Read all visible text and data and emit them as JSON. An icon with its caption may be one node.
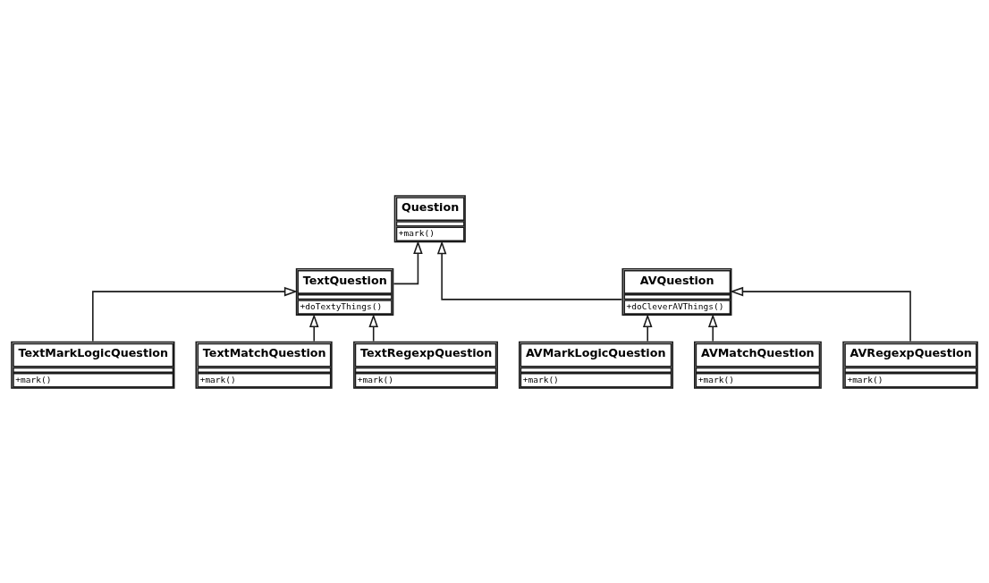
{
  "diagram": {
    "nodes": [
      {
        "text": [
          "Question",
          "+mark()"
        ]
      },
      {
        "text": [
          "TextQuestion",
          "+doTextyThings()"
        ]
      },
      {
        "text": [
          "AVQuestion",
          "+doCleverAVThings()"
        ]
      },
      {
        "text": [
          "TextMarkLogicQuestion",
          "+mark()"
        ]
      },
      {
        "text": [
          "AVMarkLogicQuestion",
          "+mark()"
        ]
      },
      {
        "text": [
          "TextMatchQuestion",
          "+mark()"
        ]
      },
      {
        "text": [
          "AVMatchQuestion",
          "+mark()"
        ]
      },
      {
        "text": [
          "TextRegexpQuestion",
          "+mark()"
        ]
      },
      {
        "text": [
          "AVRegexpQuestion",
          "+mark()"
        ]
      }
    ],
    "edges": [
      {
        "from": 1,
        "to": 0,
        "arrow": "to"
      },
      {
        "from": 2,
        "to": 0,
        "arrow": "to"
      },
      {
        "from": 3,
        "to": 1,
        "arrow": "to"
      },
      {
        "from": 5,
        "to": 1,
        "arrow": "to"
      },
      {
        "from": 7,
        "to": 1,
        "arrow": "to"
      },
      {
        "from": 4,
        "to": 2,
        "arrow": "to"
      },
      {
        "from": 6,
        "to": 2,
        "arrow": "to"
      },
      {
        "from": 8,
        "to": 2,
        "arrow": "to"
      }
    ]
  }
}
